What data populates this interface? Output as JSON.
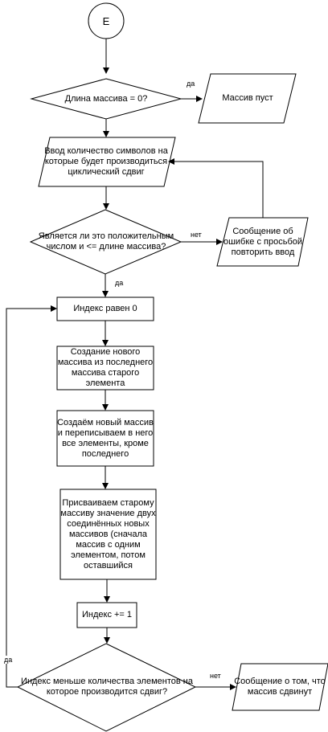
{
  "nodes": {
    "start": "Е",
    "cond_length": "Длина массива = 0?",
    "out_empty": "Массив пуст",
    "input_shift": "Ввод количество символов на которые будет производиться циклический сдвиг",
    "cond_valid": "Является ли это положительным числом и <= длине массива?",
    "out_error": "Сообщение об ошибке с просьбой повторить ввод",
    "proc_index0": "Индекс равен 0",
    "proc_new_array": "Создание нового массива из последнего массива старого элемента",
    "proc_copy": "Создаём новый массив и переписываем в него все элементы, кроме последнего",
    "proc_assign": "Присваиваем старому массиву значение двух соединённых новых массивов (сначала массив с одним элементом, потом оставшийся",
    "proc_increment": "Индекс += 1",
    "cond_loop": "Индекс меньше количества элементов на которое производится сдвиг?",
    "out_done": "Сообщение о том, что массив сдвинут"
  },
  "edges": {
    "yes1": "да",
    "no1": "нет",
    "yes2": "да",
    "yes3": "да",
    "no2": "нет"
  }
}
